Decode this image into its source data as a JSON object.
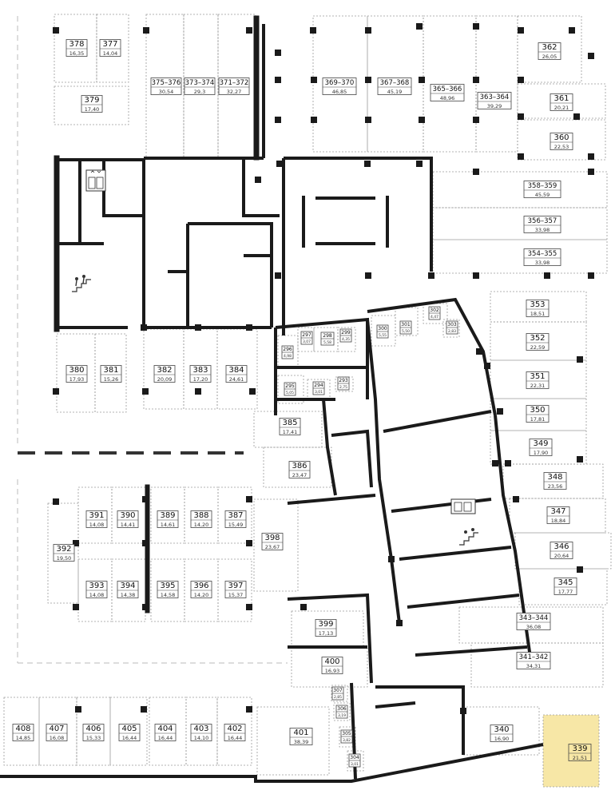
{
  "plan": {
    "highlight_color": "#f7e7a6",
    "wall_color": "#1a1a1a",
    "units": [
      {
        "id": "378",
        "area": "16,35",
        "highlighted": false
      },
      {
        "id": "377",
        "area": "14,04",
        "highlighted": false
      },
      {
        "id": "379",
        "area": "17,40",
        "highlighted": false
      },
      {
        "id": "375–376",
        "area": "30,54",
        "highlighted": false
      },
      {
        "id": "373–374",
        "area": "29,3",
        "highlighted": false
      },
      {
        "id": "371–372",
        "area": "32,27",
        "highlighted": false
      },
      {
        "id": "369–370",
        "area": "46,85",
        "highlighted": false
      },
      {
        "id": "367–368",
        "area": "45,19",
        "highlighted": false
      },
      {
        "id": "365–366",
        "area": "48,96",
        "highlighted": false
      },
      {
        "id": "363–364",
        "area": "39,29",
        "highlighted": false
      },
      {
        "id": "362",
        "area": "26,05",
        "highlighted": false
      },
      {
        "id": "361",
        "area": "20,21",
        "highlighted": false
      },
      {
        "id": "360",
        "area": "22,53",
        "highlighted": false
      },
      {
        "id": "358–359",
        "area": "45,59",
        "highlighted": false
      },
      {
        "id": "356–357",
        "area": "33,98",
        "highlighted": false
      },
      {
        "id": "354–355",
        "area": "33,98",
        "highlighted": false
      },
      {
        "id": "353",
        "area": "18,51",
        "highlighted": false
      },
      {
        "id": "352",
        "area": "22,59",
        "highlighted": false
      },
      {
        "id": "351",
        "area": "22,31",
        "highlighted": false
      },
      {
        "id": "350",
        "area": "17,81",
        "highlighted": false
      },
      {
        "id": "349",
        "area": "17,90",
        "highlighted": false
      },
      {
        "id": "348",
        "area": "23,56",
        "highlighted": false
      },
      {
        "id": "347",
        "area": "18,84",
        "highlighted": false
      },
      {
        "id": "346",
        "area": "20,64",
        "highlighted": false
      },
      {
        "id": "345",
        "area": "17,77",
        "highlighted": false
      },
      {
        "id": "343–344",
        "area": "36,08",
        "highlighted": false
      },
      {
        "id": "341–342",
        "area": "34,31",
        "highlighted": false
      },
      {
        "id": "340",
        "area": "16,90",
        "highlighted": false
      },
      {
        "id": "339",
        "area": "21,51",
        "highlighted": true
      },
      {
        "id": "380",
        "area": "17,93",
        "highlighted": false
      },
      {
        "id": "381",
        "area": "15,26",
        "highlighted": false
      },
      {
        "id": "382",
        "area": "20,09",
        "highlighted": false
      },
      {
        "id": "383",
        "area": "17,20",
        "highlighted": false
      },
      {
        "id": "384",
        "area": "24,61",
        "highlighted": false
      },
      {
        "id": "385",
        "area": "17,41",
        "highlighted": false
      },
      {
        "id": "386",
        "area": "23,47",
        "highlighted": false
      },
      {
        "id": "391",
        "area": "14,08",
        "highlighted": false
      },
      {
        "id": "390",
        "area": "14,41",
        "highlighted": false
      },
      {
        "id": "389",
        "area": "14,61",
        "highlighted": false
      },
      {
        "id": "388",
        "area": "14,20",
        "highlighted": false
      },
      {
        "id": "387",
        "area": "15,49",
        "highlighted": false
      },
      {
        "id": "392",
        "area": "19,50",
        "highlighted": false
      },
      {
        "id": "393",
        "area": "14,08",
        "highlighted": false
      },
      {
        "id": "394",
        "area": "14,38",
        "highlighted": false
      },
      {
        "id": "395",
        "area": "14,58",
        "highlighted": false
      },
      {
        "id": "396",
        "area": "14,20",
        "highlighted": false
      },
      {
        "id": "397",
        "area": "15,37",
        "highlighted": false
      },
      {
        "id": "398",
        "area": "23,67",
        "highlighted": false
      },
      {
        "id": "399",
        "area": "17,13",
        "highlighted": false
      },
      {
        "id": "400",
        "area": "16,93",
        "highlighted": false
      },
      {
        "id": "401",
        "area": "38,39",
        "highlighted": false
      },
      {
        "id": "402",
        "area": "16,44",
        "highlighted": false
      },
      {
        "id": "403",
        "area": "14,10",
        "highlighted": false
      },
      {
        "id": "404",
        "area": "16,44",
        "highlighted": false
      },
      {
        "id": "405",
        "area": "16,44",
        "highlighted": false
      },
      {
        "id": "406",
        "area": "15,33",
        "highlighted": false
      },
      {
        "id": "407",
        "area": "16,08",
        "highlighted": false
      },
      {
        "id": "408",
        "area": "14,85",
        "highlighted": false
      },
      {
        "id": "296",
        "area": "4,98",
        "highlighted": false
      },
      {
        "id": "297",
        "area": "3,07",
        "highlighted": false
      },
      {
        "id": "298",
        "area": "5,58",
        "highlighted": false
      },
      {
        "id": "299",
        "area": "4,35",
        "highlighted": false
      },
      {
        "id": "300",
        "area": "5,55",
        "highlighted": false
      },
      {
        "id": "301",
        "area": "5,50",
        "highlighted": false
      },
      {
        "id": "302",
        "area": "4,47",
        "highlighted": false
      },
      {
        "id": "303",
        "area": "2,83",
        "highlighted": false
      },
      {
        "id": "295",
        "area": "5,05",
        "highlighted": false
      },
      {
        "id": "294",
        "area": "3,01",
        "highlighted": false
      },
      {
        "id": "293",
        "area": "2,75",
        "highlighted": false
      },
      {
        "id": "307",
        "area": "2,85",
        "highlighted": false
      },
      {
        "id": "306",
        "area": "3,19",
        "highlighted": false
      },
      {
        "id": "305",
        "area": "3,82",
        "highlighted": false
      },
      {
        "id": "304",
        "area": "3,01",
        "highlighted": false
      }
    ]
  }
}
